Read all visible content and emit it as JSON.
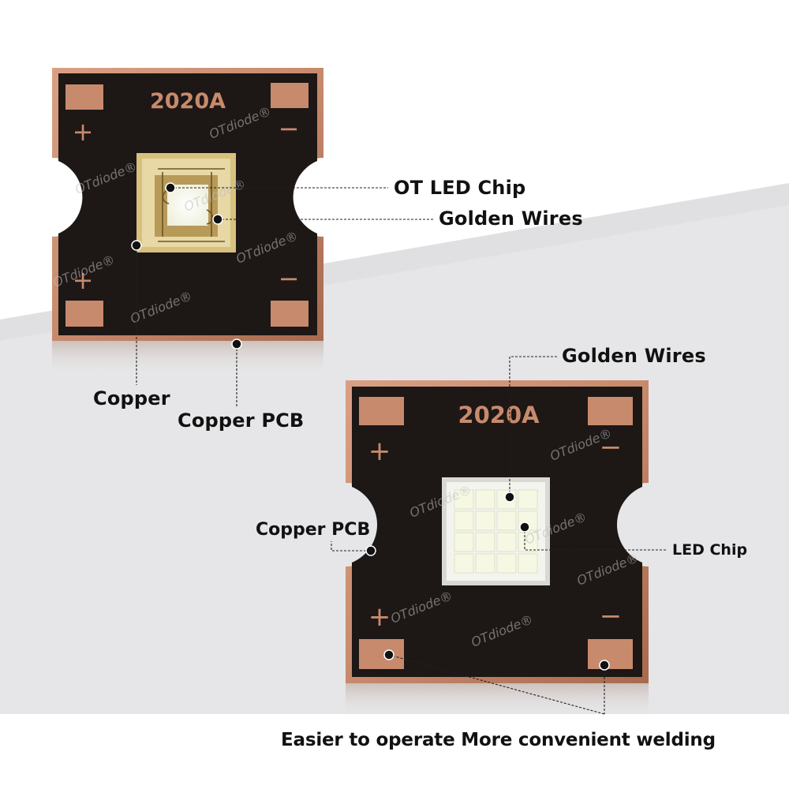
{
  "colors": {
    "background_band": "#e8e8ea",
    "pcb_black": "#1d1716",
    "copper": "#c78a6c",
    "copper_dark": "#a86a4d",
    "led_white": "#f3f4ea",
    "led_gold": "#d8c07e",
    "label_text": "#111111"
  },
  "board_top": {
    "model_label": "2020A",
    "pad_plus": "+",
    "pad_minus": "−",
    "watermark": "OTdiode®"
  },
  "board_bottom": {
    "model_label": "2020A",
    "pad_plus": "+",
    "pad_minus": "−",
    "watermark": "OTdiode®",
    "led_grid": {
      "rows": 4,
      "cols": 4
    }
  },
  "labels": {
    "top_led_chip": "OT LED Chip",
    "top_golden_wires": "Golden Wires",
    "top_copper": "Copper",
    "top_copper_pcb": "Copper PCB",
    "bottom_golden_wires": "Golden Wires",
    "bottom_copper_pcb": "Copper PCB",
    "bottom_led_chip": "LED Chip"
  },
  "caption": "Easier to operate More convenient welding"
}
